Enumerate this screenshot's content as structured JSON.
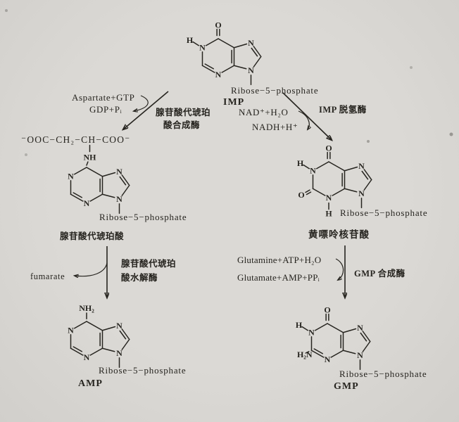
{
  "figure": {
    "background_color": "#d8d6d2",
    "ink_color": "#26241f"
  },
  "molecules": {
    "imp": {
      "title": "IMP",
      "ribose": "Ribose−5−phosphate",
      "atom_n": "N",
      "atom_o": "O",
      "atom_h": "H"
    },
    "adenylosuccinate": {
      "title": "腺苷酸代琥珀酸",
      "chain": "⁻OOC−CH₂−CH−COO⁻",
      "amine_link": "NH",
      "ribose": "Ribose−5−phosphate",
      "atom_n": "N"
    },
    "xmp": {
      "title": "黄嘌呤核苷酸",
      "ribose": "Ribose−5−phosphate",
      "atom_n": "N",
      "atom_o": "O",
      "atom_h": "H"
    },
    "amp": {
      "title": "AMP",
      "amine": "NH₂",
      "ribose": "Ribose−5−phosphate",
      "atom_n": "N"
    },
    "gmp": {
      "title": "GMP",
      "amine": "H₂N",
      "ribose": "Ribose−5−phosphate",
      "atom_n": "N",
      "atom_o": "O",
      "atom_h": "H"
    }
  },
  "reactions": {
    "imp_to_adenylosuccinate": {
      "substrates": "Aspartate+GTP",
      "products": "GDP+Pᵢ",
      "enzyme_line1": "腺苷酸代琥珀",
      "enzyme_line2": "酸合成酶"
    },
    "imp_to_xmp": {
      "substrates": "NAD⁺+H₂O",
      "products": "NADH+H⁺",
      "enzyme": "IMP 脱氢酶"
    },
    "adenylosuccinate_to_amp": {
      "byproduct": "fumarate",
      "enzyme_line1": "腺苷酸代琥珀",
      "enzyme_line2": "酸水解酶"
    },
    "xmp_to_gmp": {
      "substrates": "Glutamine+ATP+H₂O",
      "products": "Glutamate+AMP+PPᵢ",
      "enzyme": "GMP 合成酶"
    }
  }
}
